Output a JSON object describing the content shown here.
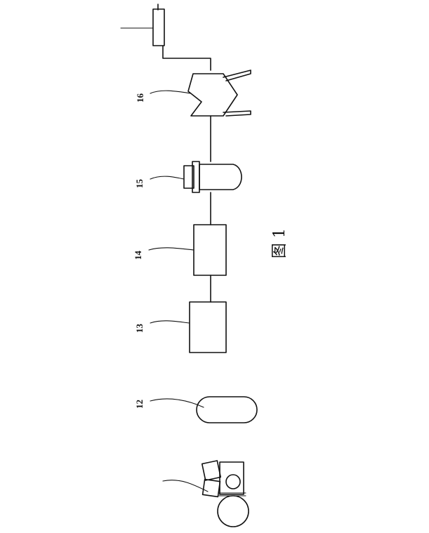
{
  "figure": {
    "caption": "图 1",
    "labels": {
      "n12": "12",
      "n13": "13",
      "n14": "14",
      "n15": "15",
      "n16": "16"
    }
  }
}
